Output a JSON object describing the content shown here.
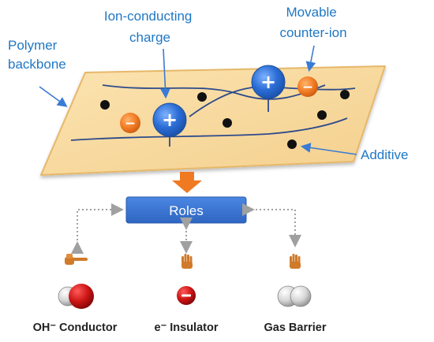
{
  "labels": {
    "polymer_line1": "Polymer",
    "polymer_line2": "backbone",
    "ion_line1": "Ion-conducting",
    "ion_line2": "charge",
    "counter_line1": "Movable",
    "counter_line2": "counter-ion",
    "additive": "Additive"
  },
  "roles_box": {
    "label": "Roles"
  },
  "roles": [
    {
      "label": "OH⁻ Conductor",
      "hand": "pointing-hand-icon",
      "molecule": "hydroxide-molecule-icon"
    },
    {
      "label": "e⁻ Insulator",
      "hand": "raised-hand-icon",
      "molecule": "electron-ball-icon"
    },
    {
      "label": "Gas Barrier",
      "hand": "raised-hand-icon",
      "molecule": "hydrogen-molecule-icon"
    }
  ],
  "charges": {
    "plus": "+",
    "minus": "−"
  },
  "colors": {
    "sheet": "#f8dca0",
    "sheet_edge": "#e6b86a",
    "blue_charge": "#2b6ed6",
    "orange_charge": "#f07a22",
    "roles_box": "#3b78d8",
    "accent_text": "#1f77c4"
  }
}
